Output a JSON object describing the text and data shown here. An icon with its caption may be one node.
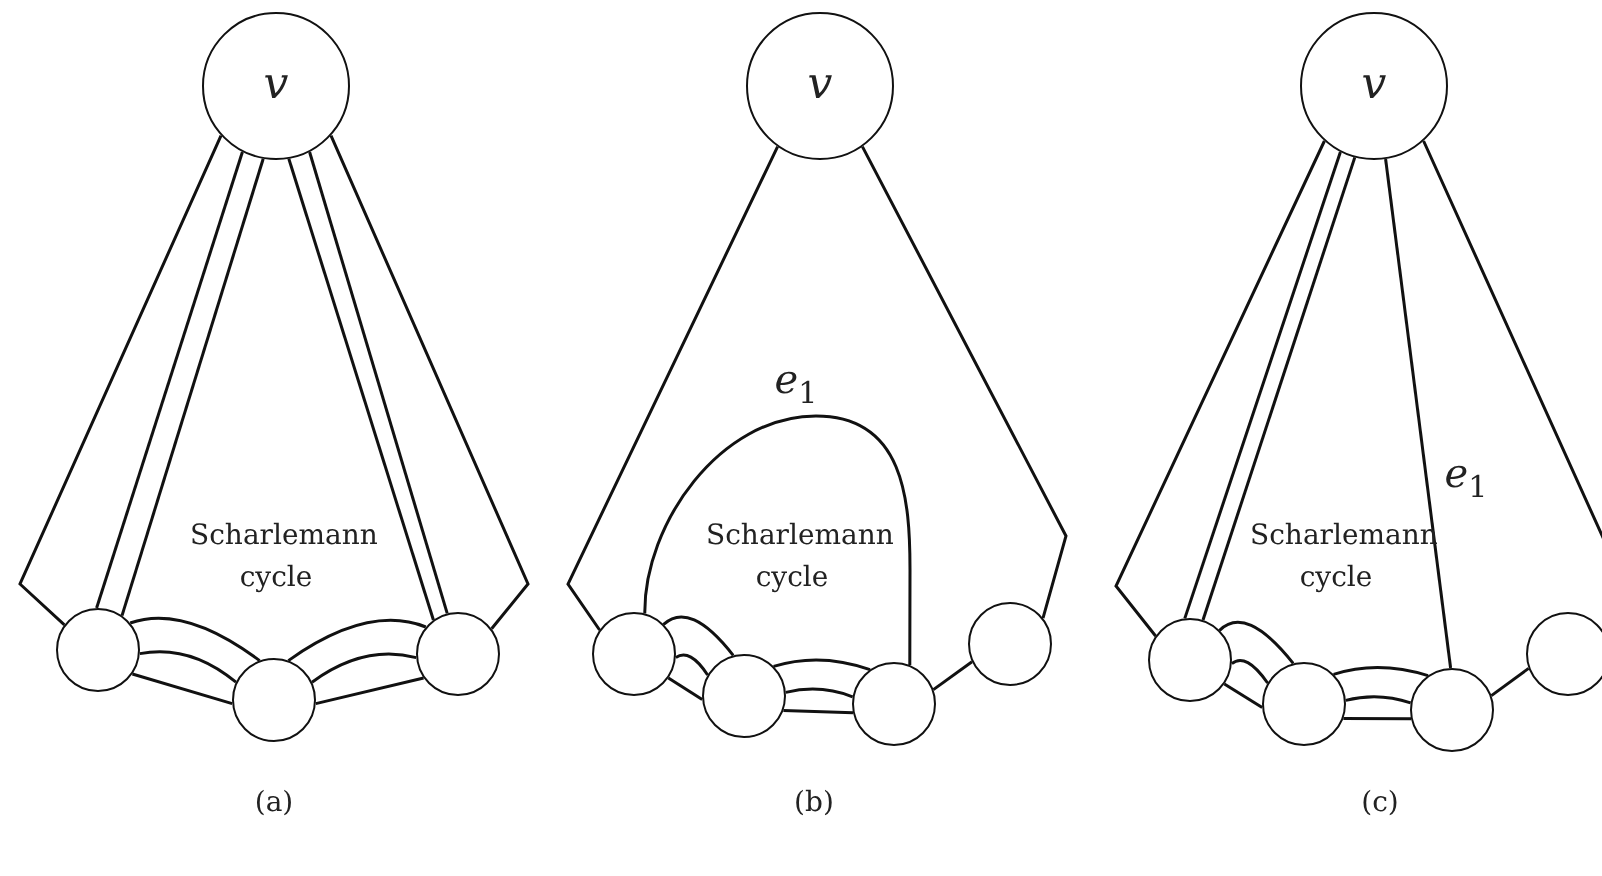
{
  "diagram": {
    "nodes": [
      {
        "text": [
          "v"
        ]
      },
      {
        "text": [],
        "shape": "circle"
      },
      {
        "text": [],
        "shape": "circle"
      },
      {
        "text": [],
        "shape": "circle"
      },
      {
        "text": [
          "v"
        ]
      },
      {
        "text": [],
        "shape": "circle"
      },
      {
        "text": [],
        "shape": "circle"
      },
      {
        "text": [],
        "shape": "circle"
      },
      {
        "text": [],
        "shape": "circle"
      },
      {
        "text": [
          "v"
        ]
      },
      {
        "text": [],
        "shape": "circle"
      },
      {
        "text": [],
        "shape": "circle"
      },
      {
        "text": [],
        "shape": "circle"
      },
      {
        "text": [],
        "shape": "circle"
      }
    ],
    "edges": [
      {
        "from": 0,
        "to": 1,
        "arrow": "none"
      },
      {
        "from": 0,
        "to": 1,
        "arrow": "none"
      },
      {
        "from": 0,
        "to": 1,
        "arrow": "none"
      },
      {
        "from": 0,
        "to": 3,
        "arrow": "none"
      },
      {
        "from": 0,
        "to": 3,
        "arrow": "none"
      },
      {
        "from": 0,
        "to": 3,
        "arrow": "none"
      },
      {
        "from": 1,
        "to": 2,
        "arrow": "none"
      },
      {
        "from": 1,
        "to": 2,
        "arrow": "none"
      },
      {
        "from": 1,
        "to": 2,
        "arrow": "none"
      },
      {
        "from": 2,
        "to": 3,
        "arrow": "none"
      },
      {
        "from": 2,
        "to": 3,
        "arrow": "none"
      },
      {
        "from": 2,
        "to": 3,
        "arrow": "none"
      },
      {
        "from": 4,
        "to": 5,
        "arrow": "none"
      },
      {
        "from": 4,
        "to": 8,
        "arrow": "none"
      },
      {
        "from": 5,
        "to": 7,
        "arrow": "none",
        "label": "e$_{1}$"
      },
      {
        "from": 5,
        "to": 6,
        "arrow": "none"
      },
      {
        "from": 5,
        "to": 6,
        "arrow": "none"
      },
      {
        "from": 5,
        "to": 6,
        "arrow": "none"
      },
      {
        "from": 6,
        "to": 7,
        "arrow": "none"
      },
      {
        "from": 6,
        "to": 7,
        "arrow": "none"
      },
      {
        "from": 6,
        "to": 7,
        "arrow": "none"
      },
      {
        "from": 7,
        "to": 8,
        "arrow": "none"
      },
      {
        "from": 9,
        "to": 10,
        "arrow": "none"
      },
      {
        "from": 9,
        "to": 10,
        "arrow": "none"
      },
      {
        "from": 9,
        "to": 10,
        "arrow": "none"
      },
      {
        "from": 9,
        "to": 12,
        "arrow": "none",
        "label": "e$_{1}$"
      },
      {
        "from": 9,
        "to": 13,
        "arrow": "none"
      },
      {
        "from": 10,
        "to": 11,
        "arrow": "none"
      },
      {
        "from": 10,
        "to": 11,
        "arrow": "none"
      },
      {
        "from": 10,
        "to": 11,
        "arrow": "none"
      },
      {
        "from": 11,
        "to": 12,
        "arrow": "none"
      },
      {
        "from": 11,
        "to": 12,
        "arrow": "none"
      },
      {
        "from": 11,
        "to": 12,
        "arrow": "none"
      },
      {
        "from": 12,
        "to": 13,
        "arrow": "none"
      }
    ],
    "labels": [
      "Scharlemann cycle",
      "Scharlemann cycle",
      "Scharlemann cycle",
      "(a)",
      "(b)",
      "(c)"
    ]
  }
}
